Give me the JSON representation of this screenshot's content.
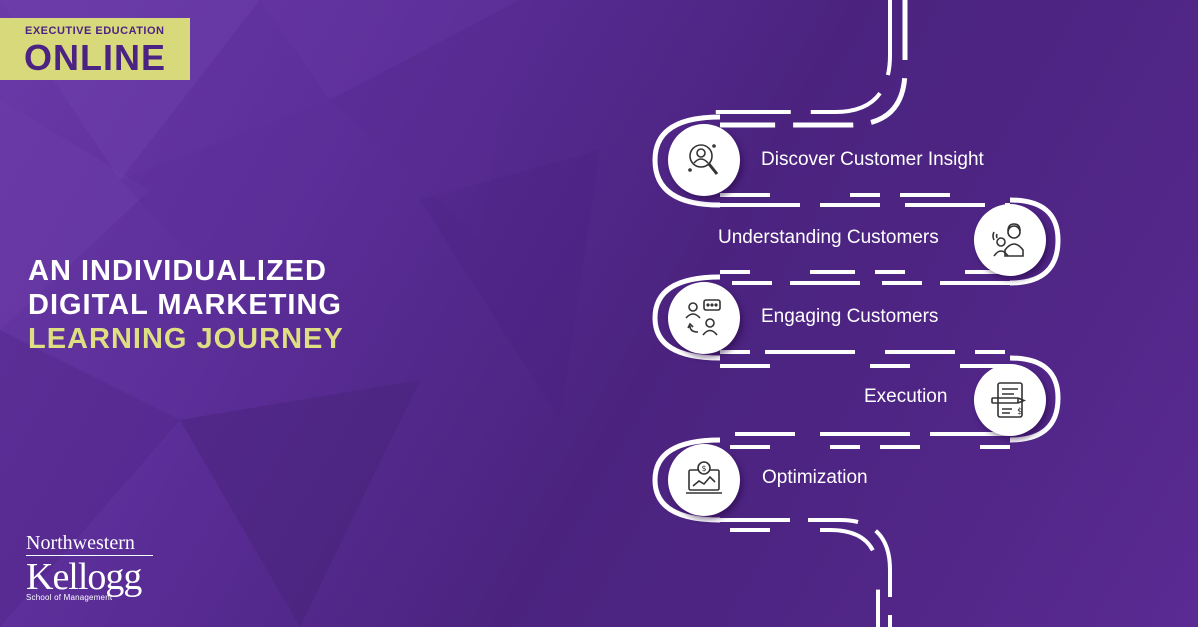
{
  "badge": {
    "small": "EXECUTIVE EDUCATION",
    "big": "ONLINE"
  },
  "headline": {
    "line1": "AN INDIVIDUALIZED",
    "line2": "DIGITAL MARKETING",
    "line3": "LEARNING JOURNEY"
  },
  "logo": {
    "university": "Northwestern",
    "school": "Kellogg",
    "subtitle": "School of Management"
  },
  "steps": [
    {
      "label": "Discover Customer Insight",
      "icon": "customer-insight-icon"
    },
    {
      "label": "Understanding Customers",
      "icon": "customer-support-icon"
    },
    {
      "label": "Engaging Customers",
      "icon": "engagement-icon"
    },
    {
      "label": "Execution",
      "icon": "document-pen-icon"
    },
    {
      "label": "Optimization",
      "icon": "laptop-chart-icon"
    }
  ],
  "colors": {
    "background": "#5a2d97",
    "accent": "#dede82",
    "badge": "#d8d97a",
    "text": "#ffffff"
  }
}
